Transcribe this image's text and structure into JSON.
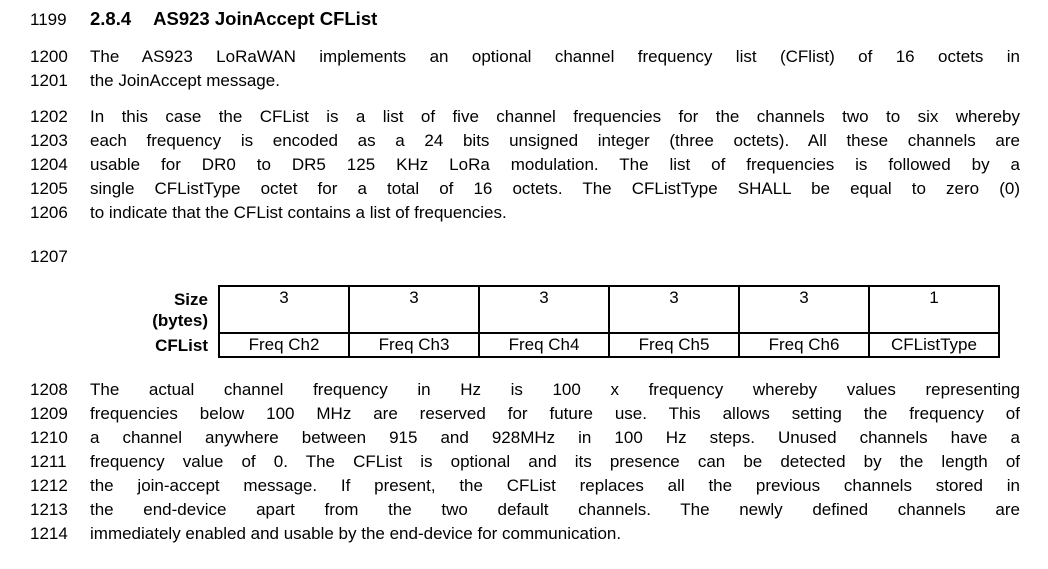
{
  "page": {
    "background_color": "#ffffff",
    "text_color": "#000000",
    "table_border_color": "#000000"
  },
  "blocks": [
    {
      "type": "heading",
      "line_no": "1199",
      "section_number": "2.8.4",
      "title": "AS923 JoinAccept CFList"
    },
    {
      "type": "paragraph",
      "lines": [
        {
          "no": "1200",
          "text": "The AS923 LoRaWAN implements an optional channel frequency list (CFlist) of 16 octets in"
        },
        {
          "no": "1201",
          "text": "the JoinAccept message."
        }
      ]
    },
    {
      "type": "paragraph",
      "lines": [
        {
          "no": "1202",
          "text": "In this case the CFList is a list of five channel frequencies for the channels two to six whereby"
        },
        {
          "no": "1203",
          "text": "each frequency is encoded as a 24 bits unsigned integer (three octets). All these channels are"
        },
        {
          "no": "1204",
          "text": "usable for DR0 to DR5 125 KHz LoRa modulation. The list of frequencies is followed by a"
        },
        {
          "no": "1205",
          "text": "single CFListType octet for a total of 16 octets. The CFListType SHALL be equal to zero (0)"
        },
        {
          "no": "1206",
          "text": "to indicate that the CFList contains a list of frequencies."
        }
      ]
    },
    {
      "type": "line_number_only",
      "no": "1207"
    },
    {
      "type": "table",
      "row_labels": [
        "Size\n(bytes)",
        "CFList"
      ],
      "columns": [
        {
          "size": "3",
          "field": "Freq Ch2"
        },
        {
          "size": "3",
          "field": "Freq Ch3"
        },
        {
          "size": "3",
          "field": "Freq Ch4"
        },
        {
          "size": "3",
          "field": "Freq Ch5"
        },
        {
          "size": "3",
          "field": "Freq Ch6"
        },
        {
          "size": "1",
          "field": "CFListType"
        }
      ]
    },
    {
      "type": "paragraph",
      "lines": [
        {
          "no": "1208",
          "text": "The actual channel frequency in Hz is 100 x frequency whereby values representing"
        },
        {
          "no": "1209",
          "text": "frequencies below 100 MHz are reserved for future use. This allows setting the frequency of"
        },
        {
          "no": "1210",
          "text": "a channel anywhere between 915 and 928MHz in 100 Hz steps. Unused channels have a"
        },
        {
          "no": "1211",
          "text": "frequency value of 0. The CFList is optional and its presence can be detected by the length of"
        },
        {
          "no": "1212",
          "text": "the join-accept message. If present, the CFList replaces all the previous channels stored in"
        },
        {
          "no": "1213",
          "text": "the end-device apart from the two default channels. The newly defined channels are"
        },
        {
          "no": "1214",
          "text": "immediately enabled and usable by the end-device for communication."
        }
      ]
    }
  ]
}
